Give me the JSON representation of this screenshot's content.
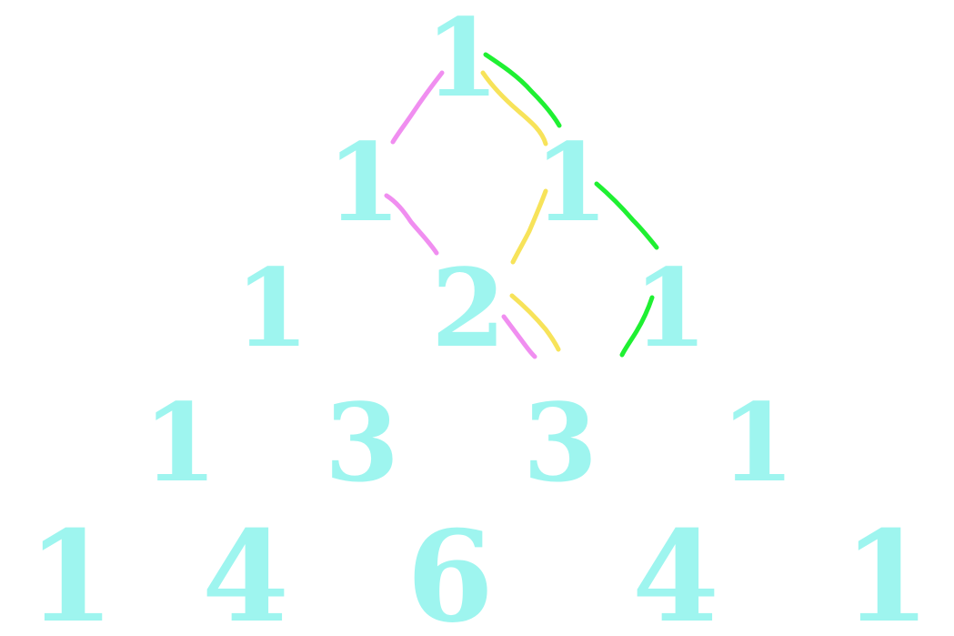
{
  "triangle": {
    "rows": [
      [
        "1"
      ],
      [
        "1",
        "1"
      ],
      [
        "1",
        "2",
        "1"
      ],
      [
        "1",
        "3",
        "3",
        "1"
      ],
      [
        "1",
        "4",
        "6",
        "4",
        "1"
      ]
    ]
  },
  "colors": {
    "number": "#9ef5ef",
    "path_pink": "#f08ef0",
    "path_yellow": "#f7e35a",
    "path_green": "#1ff032"
  }
}
